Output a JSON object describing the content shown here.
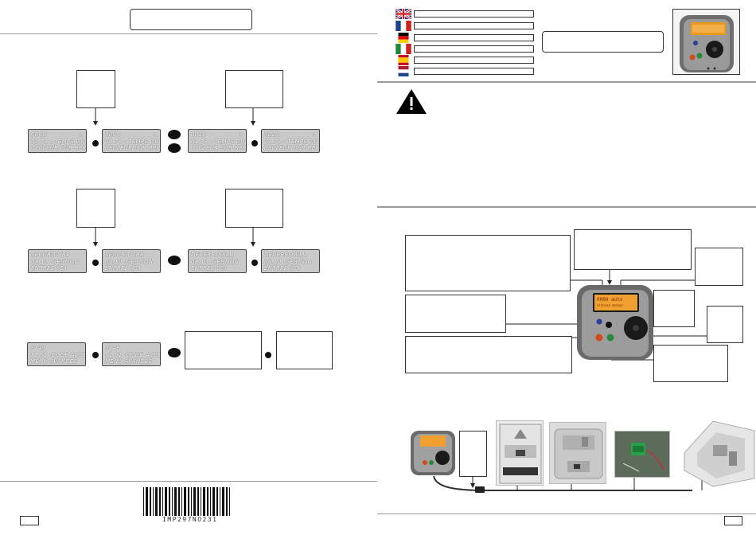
{
  "barcode": {
    "text": "IMP297NO231"
  },
  "lcd_panels": [
    {
      "id": "lcd1",
      "lines": [
        "0000",
        "01.78 : TEMPS DU",
        "CYCLEUR SUR RPB"
      ]
    },
    {
      "id": "lcd2",
      "lines": [
        "0000",
        "01.78 : TEMPS DU",
        "CYCLEUR SUR RPB"
      ]
    },
    {
      "id": "lcd3",
      "lines": [
        "0020",
        "01.78 : TEMPS DU",
        "CYCLEUR SUR RPB"
      ]
    },
    {
      "id": "lcd4",
      "lines": [
        "0020",
        "01.78 : TEMPS DU",
        "CYCLEUR SUR RPB"
      ]
    },
    {
      "id": "lcd5",
      "lines": [
        "SECURITAIRE",
        "08.10 :GESTION",
        "ENTREE SDI"
      ]
    },
    {
      "id": "lcd6",
      "lines": [
        "SECURITAIRE",
        "08.10 :GESTION",
        "ENTREE SDI"
      ]
    },
    {
      "id": "lcd7",
      "lines": [
        "DEVERROUILL.",
        "08.10 :GESTION",
        "ENTREE SDI"
      ]
    },
    {
      "id": "lcd8",
      "lines": [
        "DEVERROUILL.",
        "08.10 :GESTION",
        "ENTREE SDI"
      ]
    },
    {
      "id": "lcd9",
      "lines": [
        "0149",
        "11.61 :CODE ACCES",
        "MENU AVANCES"
      ]
    },
    {
      "id": "lcd10",
      "lines": [
        "0149",
        "11.61 :CODE ACCES",
        "MENU AVANCES"
      ]
    }
  ],
  "device_screen": {
    "line1": "0000  auto",
    "line2": "vitesse  moteur"
  },
  "colors": {
    "lcd_bg": "#c9c9c9",
    "flag_uk_blue": "#1f3f8f",
    "flag_red": "#cc2222",
    "warning_black": "#000000"
  },
  "icons": {
    "warning": "warning-triangle-icon",
    "mode_button": "m-button-icon",
    "navigation": "joystick-icon"
  }
}
